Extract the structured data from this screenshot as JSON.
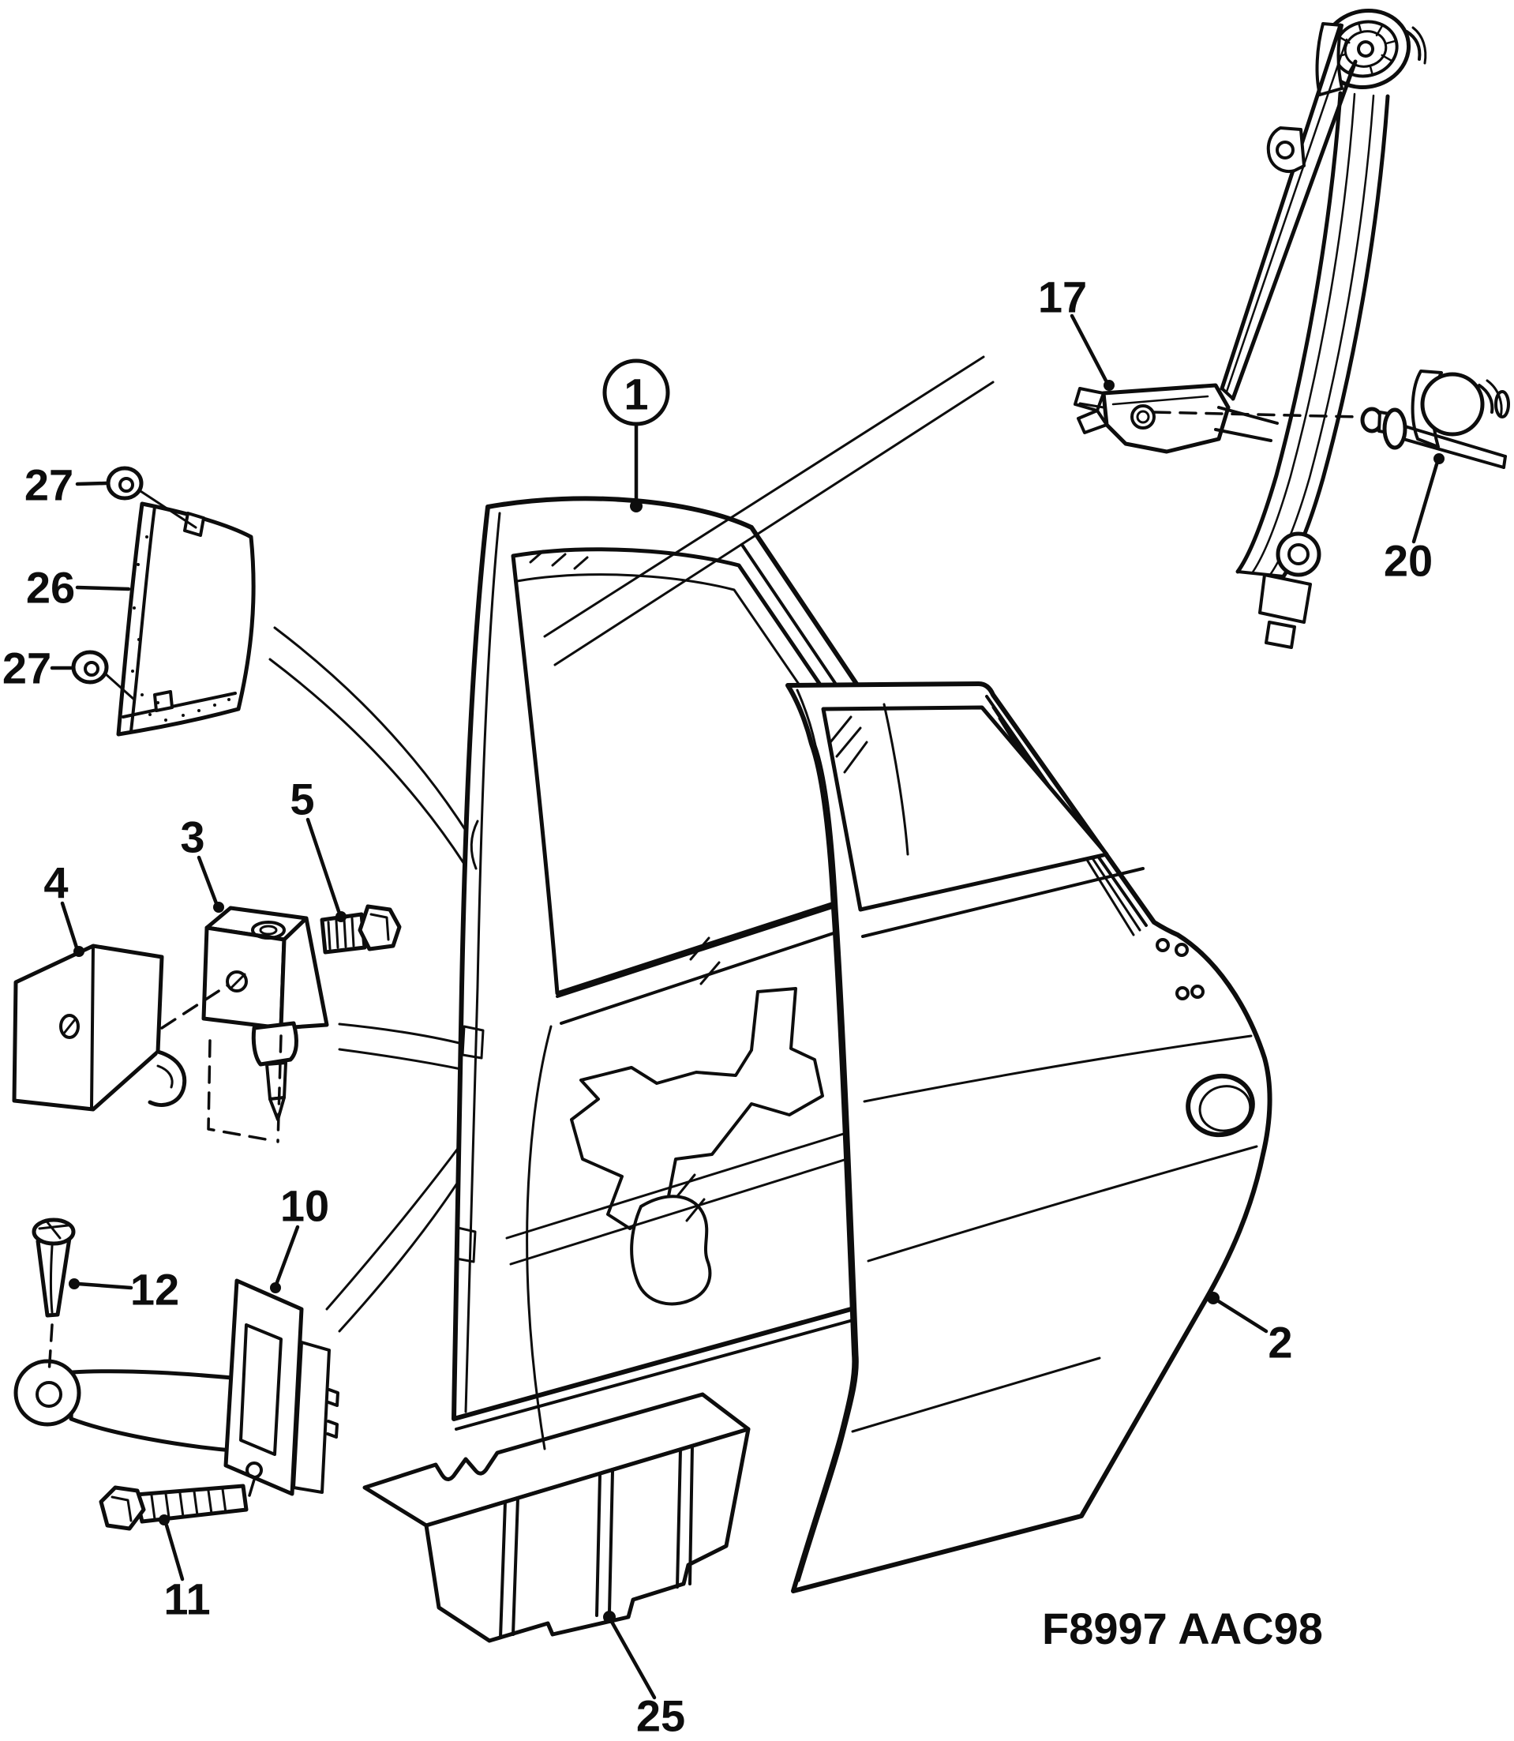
{
  "figure": {
    "code": "F8997 AAC98"
  },
  "callouts": {
    "c1": "1",
    "c2": "2",
    "c3": "3",
    "c4": "4",
    "c5": "5",
    "c10": "10",
    "c11": "11",
    "c12": "12",
    "c17": "17",
    "c20": "20",
    "c25": "25",
    "c26": "26",
    "c27a": "27",
    "c27b": "27"
  }
}
